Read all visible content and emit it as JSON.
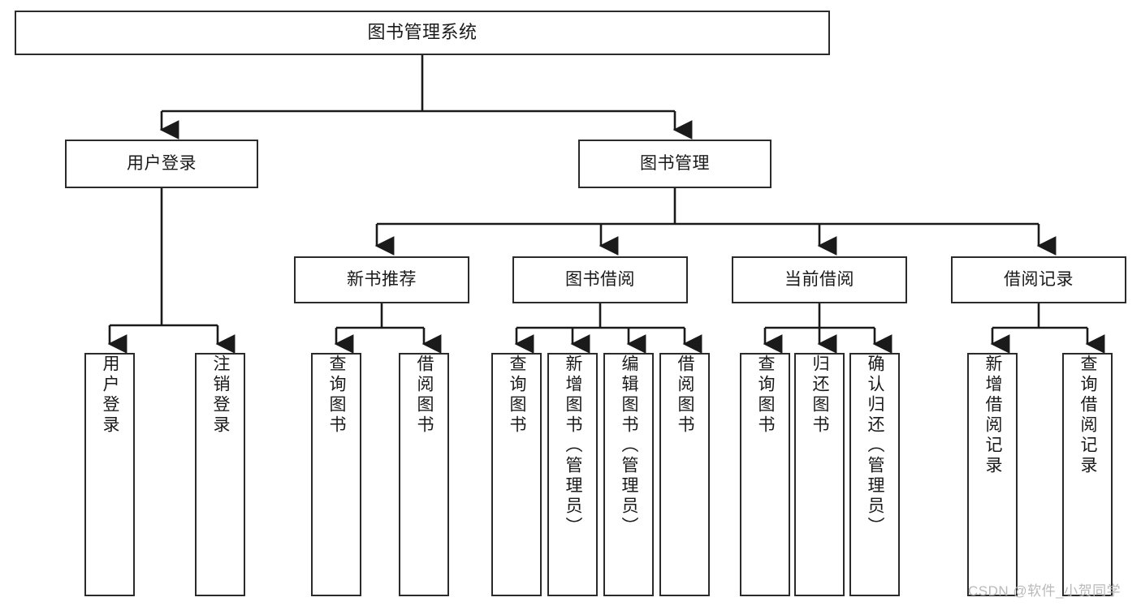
{
  "diagram": {
    "type": "tree",
    "title": "图书管理系统",
    "colors": {
      "box_border": "#2b2b2b",
      "box_fill": "#ffffff",
      "connector": "#1a1a1a",
      "watermark": "#b9b9b9"
    },
    "root": {
      "label": "图书管理系统"
    },
    "level2": [
      {
        "label": "用户登录"
      },
      {
        "label": "图书管理"
      }
    ],
    "level3": [
      {
        "label": "新书推荐"
      },
      {
        "label": "图书借阅"
      },
      {
        "label": "当前借阅"
      },
      {
        "label": "借阅记录"
      }
    ],
    "leaves": {
      "user_login": [
        {
          "label": "用户登录"
        },
        {
          "label": "注销登录"
        }
      ],
      "new_book_recommend": [
        {
          "label": "查询图书"
        },
        {
          "label": "借阅图书"
        }
      ],
      "book_borrow": [
        {
          "label": "查询图书"
        },
        {
          "label": "新增图书（管理员）"
        },
        {
          "label": "编辑图书（管理员）"
        },
        {
          "label": "借阅图书"
        }
      ],
      "current_borrow": [
        {
          "label": "查询图书"
        },
        {
          "label": "归还图书"
        },
        {
          "label": "确认归还（管理员）"
        }
      ],
      "borrow_record": [
        {
          "label": "新增借阅记录"
        },
        {
          "label": "查询借阅记录"
        }
      ]
    }
  },
  "watermark": {
    "text": "CSDN @软件_小贺同学"
  }
}
